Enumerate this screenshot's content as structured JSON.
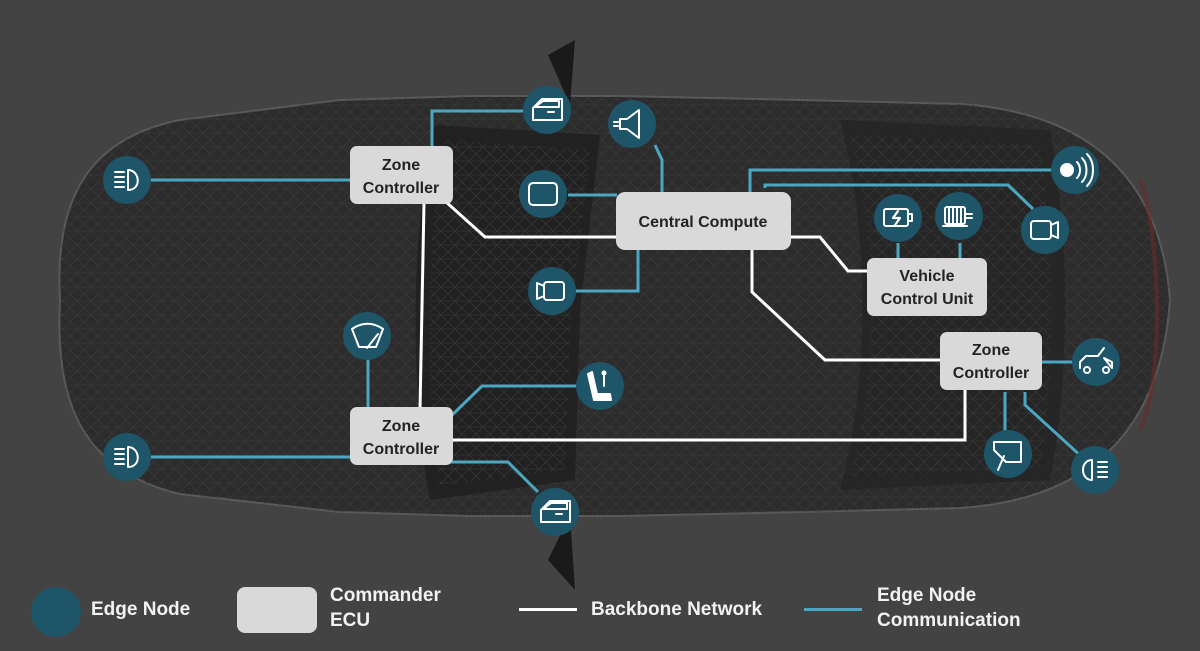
{
  "colors": {
    "background": "#434343",
    "edge_node": "#1e5568",
    "ecu_box": "#d9d9d9",
    "backbone": "#ffffff",
    "edge_comm": "#4ba6c1"
  },
  "ecus": {
    "zone_fl": [
      "Zone",
      "Controller"
    ],
    "zone_rl": [
      "Zone",
      "Controller"
    ],
    "central": [
      "Central Compute"
    ],
    "vcu": [
      "Vehicle",
      "Control Unit"
    ],
    "zone_r": [
      "Zone",
      "Controller"
    ]
  },
  "edge_nodes": {
    "headlight_top": "headlight-icon",
    "headlight_bottom": "headlight-icon",
    "door_top": "door-icon",
    "door_bottom": "door-icon",
    "speaker": "speaker-icon",
    "display": "display-icon",
    "camera_front": "camera-icon",
    "camera_right": "camera-icon",
    "radar": "radar-sensor-icon",
    "battery": "battery-icon",
    "motor": "motor-icon",
    "wiper": "wiper-icon",
    "seat": "seat-icon",
    "trunk": "trunk-icon",
    "window": "window-icon",
    "taillight": "taillight-icon"
  },
  "legend": {
    "edge_node": "Edge Node",
    "commander_ecu": "Commander\nECU",
    "backbone": "Backbone Network",
    "edge_comm": "Edge Node\nCommunication"
  }
}
